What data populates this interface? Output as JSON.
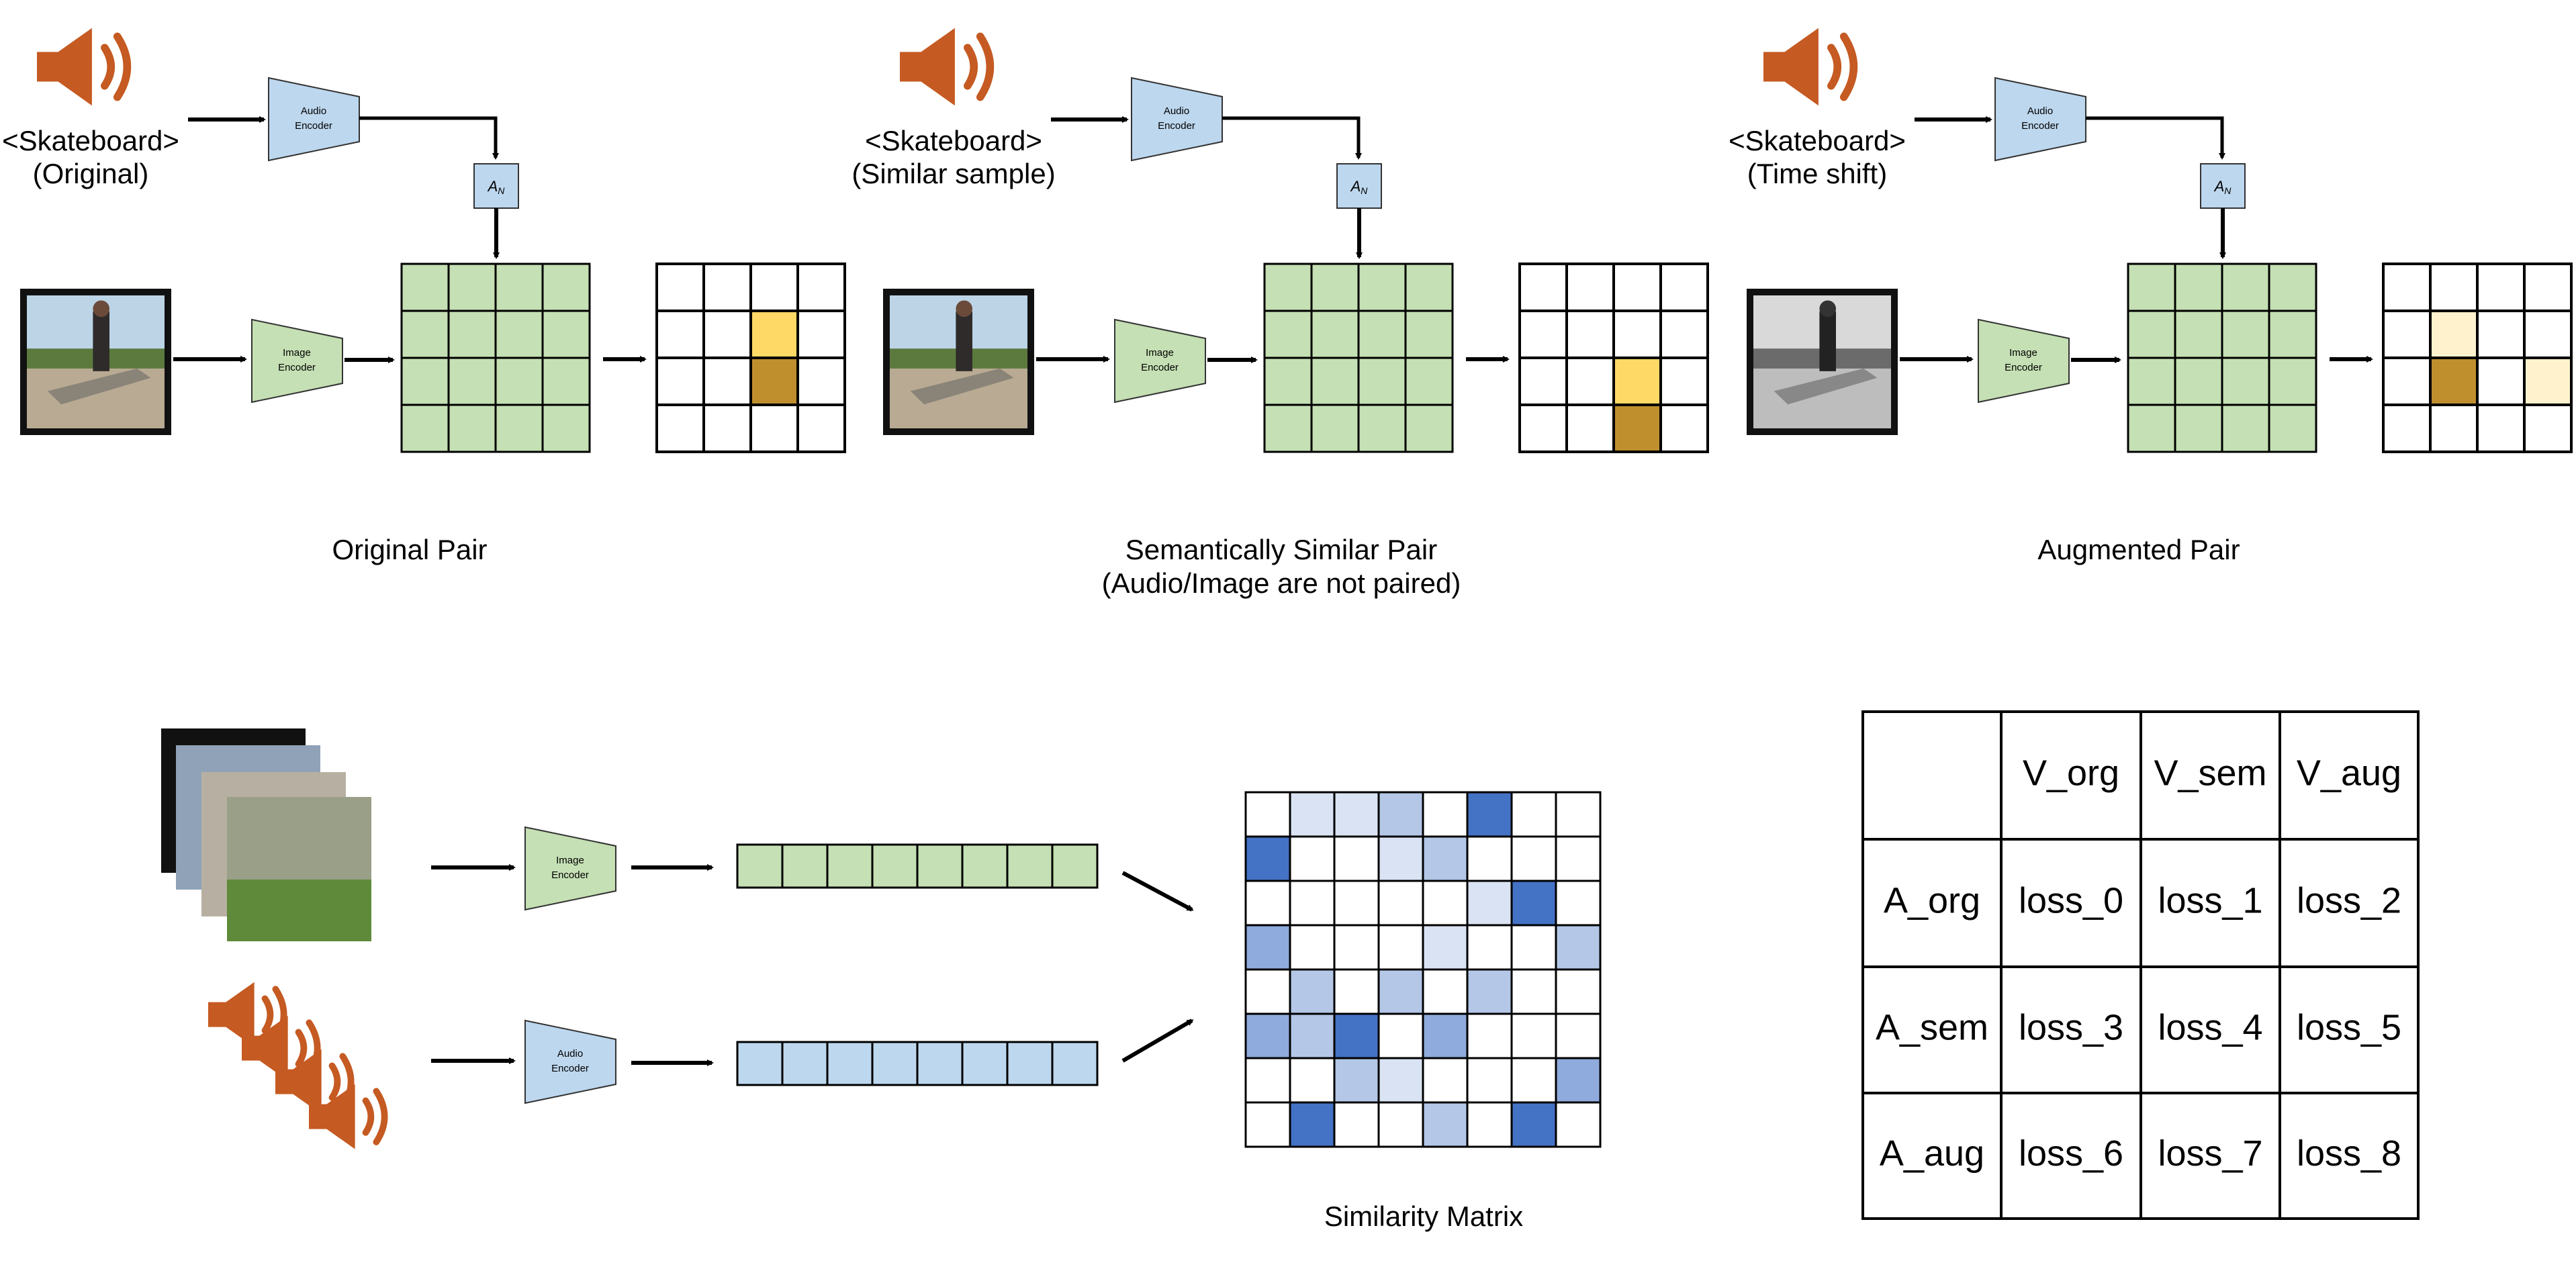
{
  "colors": {
    "speaker": "#C55A22",
    "audio_encoder_fill": "#BDD7EE",
    "image_encoder_fill": "#C5E0B4",
    "feature_green": "#C5E0B4",
    "highlight_light": "#FFD966",
    "highlight_dark": "#BF8F2E",
    "highlight_pale": "#FFF2CC",
    "sim_dark": "#4472C4",
    "sim_mid": "#8FAADC",
    "sim_light": "#B4C7E7",
    "sim_pale": "#DAE3F3"
  },
  "encoders": {
    "audio": [
      "Audio",
      "Encoder"
    ],
    "image": [
      "Image",
      "Encoder"
    ]
  },
  "an_label": "A_N",
  "panels": [
    {
      "audio_label": [
        "<Skateboard>",
        "(Original)"
      ],
      "caption": [
        "Original Pair"
      ],
      "photo": "skateboard-photo",
      "highlights": [
        [
          1,
          2,
          "light"
        ],
        [
          2,
          2,
          "dark"
        ]
      ]
    },
    {
      "audio_label": [
        "<Skateboard>",
        "(Similar sample)"
      ],
      "caption": [
        "Semantically Similar Pair",
        "(Audio/Image are not paired)"
      ],
      "photo": "skateboard-photo",
      "highlights": [
        [
          2,
          2,
          "light"
        ],
        [
          3,
          2,
          "dark"
        ]
      ]
    },
    {
      "audio_label": [
        "<Skateboard>",
        "(Time shift)"
      ],
      "caption": [
        "Augmented Pair"
      ],
      "photo": "skateboard-photo-grayscale",
      "highlights": [
        [
          1,
          1,
          "pale"
        ],
        [
          2,
          1,
          "dark"
        ],
        [
          2,
          3,
          "pale"
        ]
      ]
    }
  ],
  "similarity": {
    "caption": "Similarity Matrix",
    "cells": [
      [
        0,
        1,
        1,
        2,
        0,
        4,
        0,
        0
      ],
      [
        4,
        0,
        0,
        1,
        2,
        0,
        0,
        0
      ],
      [
        0,
        0,
        0,
        0,
        0,
        1,
        4,
        0
      ],
      [
        3,
        0,
        0,
        0,
        1,
        0,
        0,
        2
      ],
      [
        0,
        2,
        0,
        2,
        0,
        2,
        0,
        0
      ],
      [
        3,
        2,
        4,
        0,
        3,
        0,
        0,
        0
      ],
      [
        0,
        0,
        2,
        1,
        0,
        0,
        0,
        3
      ],
      [
        0,
        4,
        0,
        0,
        2,
        0,
        4,
        0
      ]
    ]
  },
  "loss_table": {
    "col_headers": [
      "",
      "V_org",
      "V_sem",
      "V_aug"
    ],
    "rows": [
      {
        "header": "A_org",
        "cells": [
          "loss_0",
          "loss_1",
          "loss_2"
        ]
      },
      {
        "header": "A_sem",
        "cells": [
          "loss_3",
          "loss_4",
          "loss_5"
        ]
      },
      {
        "header": "A_aug",
        "cells": [
          "loss_6",
          "loss_7",
          "loss_8"
        ]
      }
    ]
  }
}
